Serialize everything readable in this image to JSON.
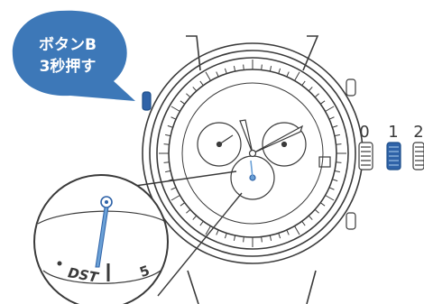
{
  "callout": {
    "line1": "ボタンB",
    "line2": "3秒押す"
  },
  "crown_positions": [
    "0",
    "1",
    "2"
  ],
  "magnifier": {
    "dst_label": "DST",
    "number": "5"
  },
  "colors": {
    "callout_blue": "#3d78b8",
    "accent_blue": "#2f63a8",
    "line": "#3a3a3a",
    "hand": "#6aa0d6"
  }
}
